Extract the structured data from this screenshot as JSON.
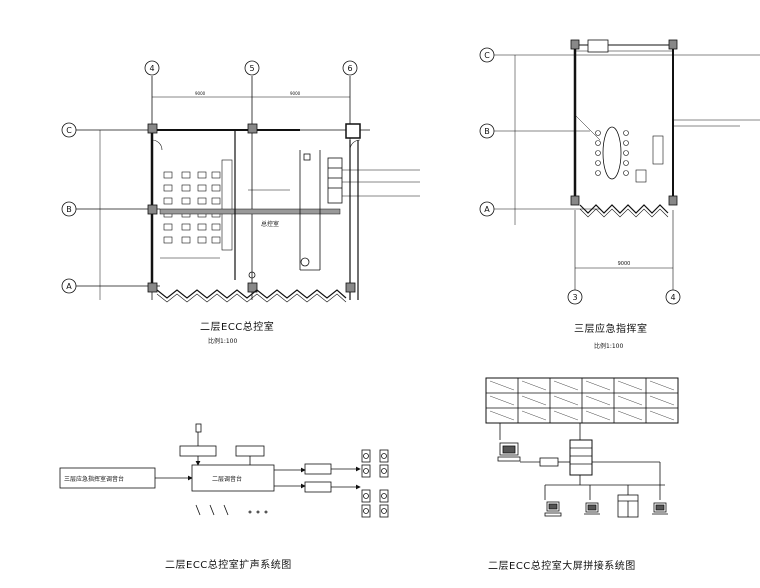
{
  "plan2": {
    "title": "二层ECC总控室",
    "scale": "比例1:100",
    "axes": [
      "4",
      "5",
      "6",
      "C",
      "B",
      "A"
    ],
    "room_label": "总控室"
  },
  "plan3": {
    "title": "三层应急指挥室",
    "scale": "比例1:100",
    "axes": [
      "C",
      "B",
      "A",
      "3",
      "4"
    ],
    "dim_bottom": "9000"
  },
  "sound": {
    "title": "二层ECC总控室扩声系统图",
    "source_box": "三层应急指挥室调音台",
    "mixer_box": "二层调音台"
  },
  "screen": {
    "title": "二层ECC总控室大屏拼接系统图"
  }
}
